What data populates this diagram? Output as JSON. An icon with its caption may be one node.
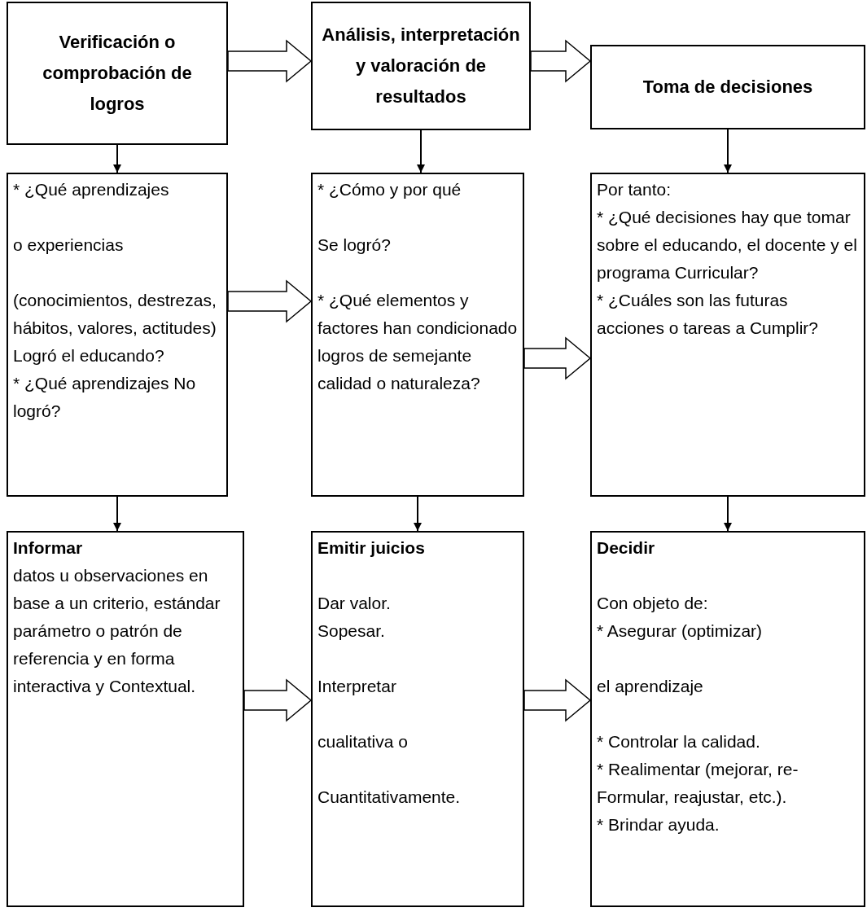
{
  "diagram": {
    "nodes": [
      {
        "text": [
          "Verificación o comprobación de logros"
        ]
      },
      {
        "text": [
          "Análisis, interpretación y valoración de resultados"
        ]
      },
      {
        "text": [
          "Toma de decisiones"
        ]
      },
      {
        "text": [
          "* ¿Qué aprendizajes",
          "o experiencias",
          "(conocimientos, destrezas, hábitos, valores, actitudes) Logró el educando?",
          "* ¿Qué aprendizajes No logró?"
        ]
      },
      {
        "text": [
          "* ¿Cómo y por qué",
          "Se logró?",
          "* ¿Qué elementos y factores han condicionado logros de semejante calidad o naturaleza?"
        ]
      },
      {
        "text": [
          "Por tanto:",
          "* ¿Qué decisiones hay que tomar sobre el educando, el docente y el programa Curricular?",
          "* ¿Cuáles son las futuras acciones o tareas a Cumplir?"
        ]
      },
      {
        "text": [
          "Informar",
          "datos u observaciones en base a un criterio, estándar parámetro o patrón de referencia y en forma interactiva y Contextual."
        ]
      },
      {
        "text": [
          "Emitir juicios",
          "Dar valor.",
          "Sopesar.",
          "Interpretar",
          "cualitativa o",
          "Cuantitativamente."
        ]
      },
      {
        "text": [
          "Decidir",
          "Con objeto de:",
          "* Asegurar (optimizar)",
          "el aprendizaje",
          "* Controlar la calidad.",
          "* Realimentar (mejorar, re- Formular, reajustar, etc.).",
          "* Brindar ayuda."
        ]
      }
    ],
    "edges": [
      {
        "from": 0,
        "to": 1,
        "arrow": "to",
        "style": "thick"
      },
      {
        "from": 1,
        "to": 2,
        "arrow": "to",
        "style": "thick"
      },
      {
        "from": 0,
        "to": 3,
        "arrow": "to"
      },
      {
        "from": 1,
        "to": 4,
        "arrow": "to"
      },
      {
        "from": 2,
        "to": 5,
        "arrow": "to"
      },
      {
        "from": 3,
        "to": 4,
        "arrow": "to",
        "style": "thick"
      },
      {
        "from": 4,
        "to": 5,
        "arrow": "to",
        "style": "thick"
      },
      {
        "from": 3,
        "to": 6,
        "arrow": "to"
      },
      {
        "from": 4,
        "to": 7,
        "arrow": "to"
      },
      {
        "from": 5,
        "to": 8,
        "arrow": "to"
      },
      {
        "from": 6,
        "to": 7,
        "arrow": "to",
        "style": "thick"
      },
      {
        "from": 7,
        "to": 8,
        "arrow": "to",
        "style": "thick"
      }
    ]
  }
}
